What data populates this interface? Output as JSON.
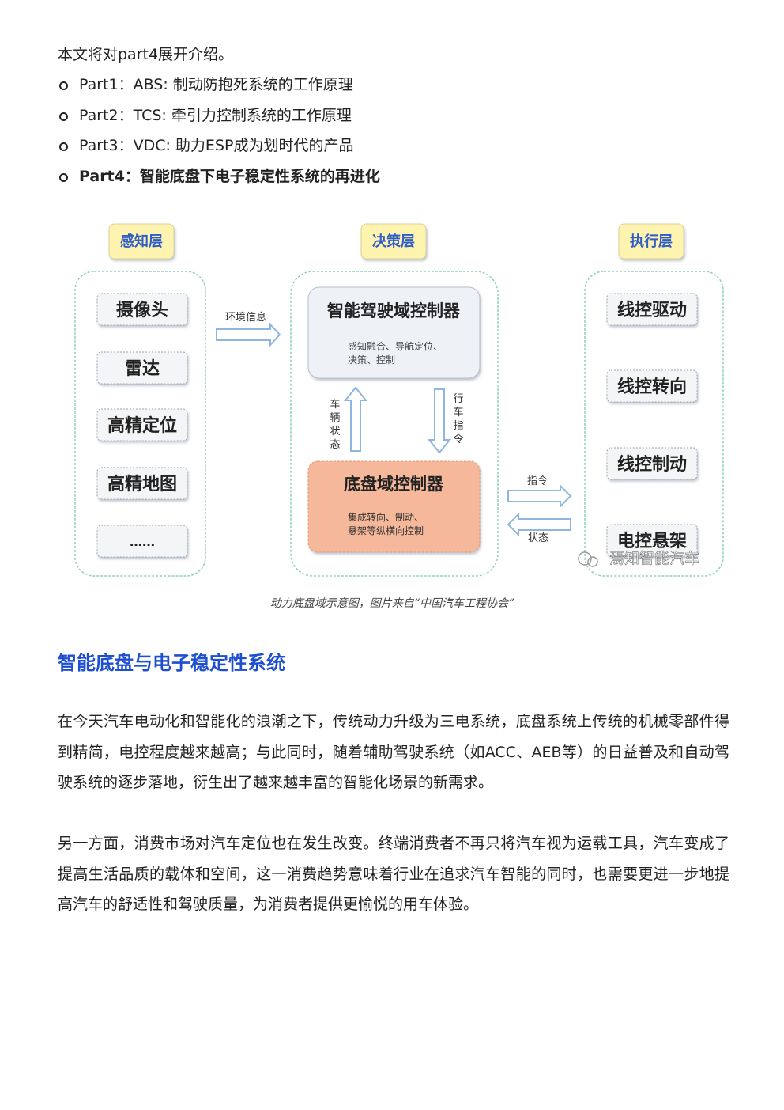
{
  "intro": "本文将对part4展开介绍。",
  "toc": [
    {
      "label": "Part1：ABS: 制动防抱死系统的工作原理",
      "bold": false
    },
    {
      "label": "Part2：TCS: 牵引力控制系统的工作原理",
      "bold": false
    },
    {
      "label": "Part3：VDC: 助力ESP成为划时代的产品",
      "bold": false
    },
    {
      "label": "Part4：智能底盘下电子稳定性系统的再进化",
      "bold": true
    }
  ],
  "diagram": {
    "headers": {
      "perception": "感知层",
      "decision": "决策层",
      "execution": "执行层"
    },
    "perception_items": [
      "摄像头",
      "雷达",
      "高精定位",
      "高精地图",
      "……"
    ],
    "env_label": "环境信息",
    "adas_controller": {
      "title": "智能驾驶域控制器",
      "desc_line1": "感知融合、导航定位、",
      "desc_line2": "决策、控制"
    },
    "vehicle_state_label": [
      "车",
      "辆",
      "状",
      "态"
    ],
    "drive_cmd_label": [
      "行",
      "车",
      "指",
      "令"
    ],
    "chassis_controller": {
      "title": "底盘域控制器",
      "desc_line1": "集成转向、制动、",
      "desc_line2": "悬架等纵横向控制"
    },
    "cmd_label": "指令",
    "state_label": "状态",
    "execution_items": [
      "线控驱动",
      "线控转向",
      "线控制动",
      "电控悬架"
    ],
    "watermark": "焉知智能汽车",
    "colors": {
      "header_bg": "#fff3b0",
      "header_text": "#2e5cc8",
      "group_border": "#8fd0b8",
      "arrow": "#8fb6e0",
      "adas_bg": "#eef1f6",
      "chassis_bg": "#f6b89a"
    }
  },
  "caption": "动力底盘域示意图，图片来自“中国汽车工程协会”",
  "section_title": "智能底盘与电子稳定性系统",
  "paragraphs": [
    "在今天汽车电动化和智能化的浪潮之下，传统动力升级为三电系统，底盘系统上传统的机械零部件得到精简，电控程度越来越高；与此同时，随着辅助驾驶系统（如ACC、AEB等）的日益普及和自动驾驶系统的逐步落地，衍生出了越来越丰富的智能化场景的新需求。",
    "另一方面，消费市场对汽车定位也在发生改变。终端消费者不再只将汽车视为运载工具，汽车变成了提高生活品质的载体和空间，这一消费趋势意味着行业在追求汽车智能的同时，也需要更进一步地提高汽车的舒适性和驾驶质量，为消费者提供更愉悦的用车体验。"
  ]
}
